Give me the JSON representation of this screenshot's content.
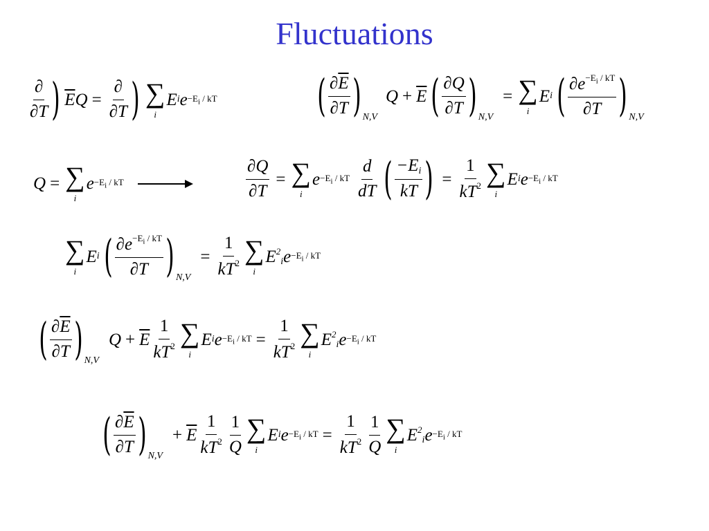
{
  "slide": {
    "title": "Fluctuations",
    "title_color": "#3333cc"
  },
  "math": {
    "partial": "∂",
    "sum": "∑",
    "index": "i",
    "nv": "N,V",
    "E": "E",
    "Q": "Q",
    "T": "T",
    "e": "e",
    "kT": "kT",
    "kT2": "kT",
    "two": "2",
    "one": "1",
    "d": "d",
    "dT": "dT",
    "minus_E": "−E",
    "exponent": "−E",
    "exp_sub": "i",
    "exp_tail": " / kT",
    "plus": "+",
    "equals": "="
  }
}
